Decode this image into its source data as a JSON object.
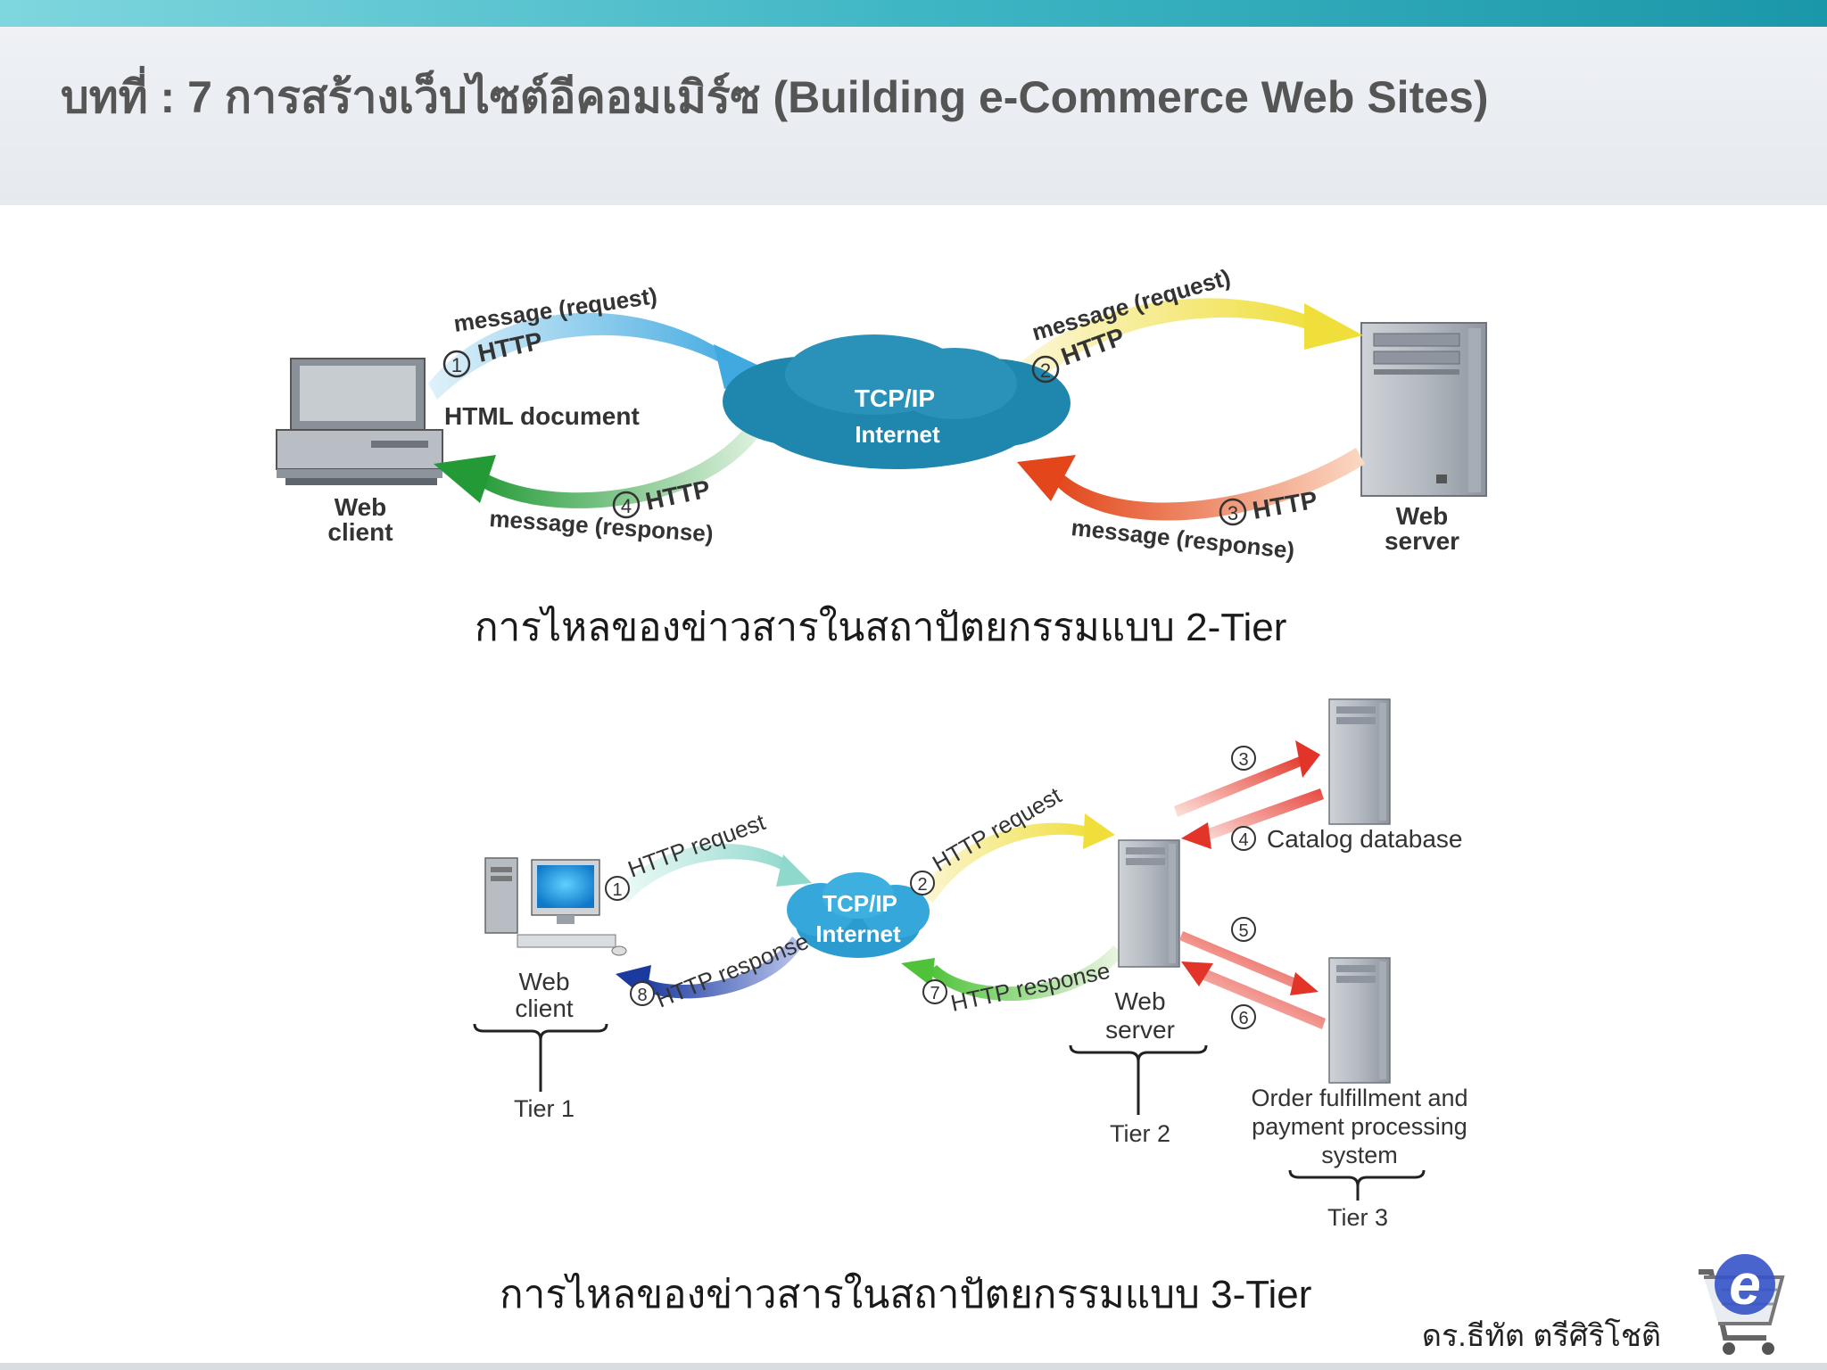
{
  "title": "บทที่ : 7 การสร้างเว็บไซต์อีคอมเมิร์ซ (Building e-Commerce Web Sites)",
  "diagram_2tier": {
    "caption": "การไหลของข่าวสารในสถาปัตยกรรมแบบ 2-Tier",
    "client_label_1": "Web",
    "client_label_2": "client",
    "server_label_1": "Web",
    "server_label_2": "server",
    "cloud_line_1": "TCP/IP",
    "cloud_line_2": "Internet",
    "html_document": "HTML document",
    "step1_num": "1",
    "step1_label": "HTTP",
    "step1_message": "message (request)",
    "step2_num": "2",
    "step2_label": "HTTP",
    "step2_message": "message (request)",
    "step3_num": "3",
    "step3_label": "HTTP",
    "step3_message": "message (response)",
    "step4_num": "4",
    "step4_label": "HTTP",
    "step4_message": "message (response)"
  },
  "diagram_3tier": {
    "caption": "การไหลของข่าวสารในสถาปัตยกรรมแบบ 3-Tier",
    "client_label_1": "Web",
    "client_label_2": "client",
    "server_label_1": "Web",
    "server_label_2": "server",
    "cloud_line_1": "TCP/IP",
    "cloud_line_2": "Internet",
    "step1_num": "1",
    "step1_label": "HTTP request",
    "step2_num": "2",
    "step2_label": "HTTP request",
    "step3_num": "3",
    "step4_num": "4",
    "step5_num": "5",
    "step6_num": "6",
    "step7_num": "7",
    "step7_label": "HTTP response",
    "step8_num": "8",
    "step8_label": "HTTP response",
    "catalog_db": "Catalog database",
    "order_line_1": "Order fulfillment and",
    "order_line_2": "payment processing",
    "order_line_3": "system",
    "tier1": "Tier 1",
    "tier2": "Tier 2",
    "tier3": "Tier 3"
  },
  "author": "ดร.ธีทัต ตรีศิริโชติ",
  "logo_letter": "e",
  "colors": {
    "topbar": "#2fa8b8",
    "cloud": "#1f86ad",
    "arrow_blue": "#55b7e6",
    "arrow_yellow": "#f2e24a",
    "arrow_orange": "#e84f1f",
    "arrow_green": "#2f9b3d",
    "arrow_red": "#e0332c",
    "arrow_darkblue": "#1f3fa0"
  }
}
